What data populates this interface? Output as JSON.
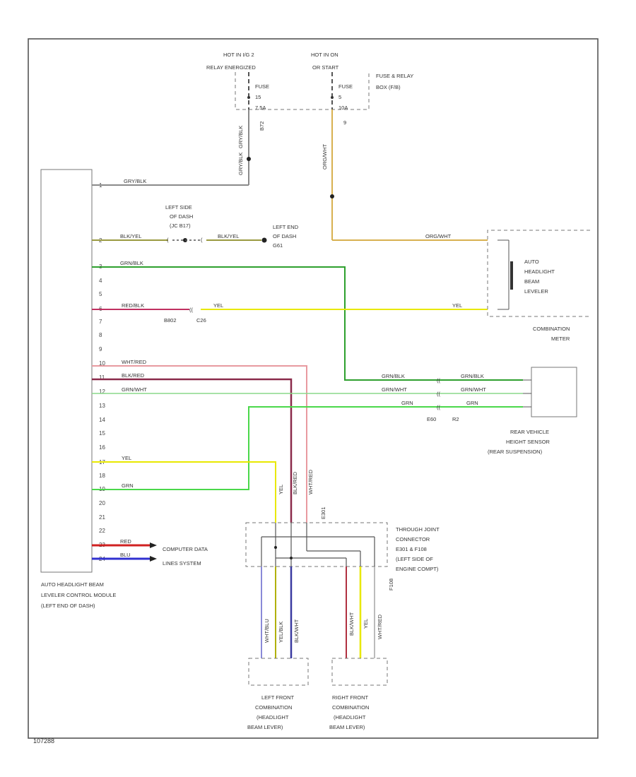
{
  "diagram_id": "107288",
  "colors": {
    "gry_blk": "#8a8a8a",
    "blk_yel": "#9a9a40",
    "grn_blk": "#2ea02e",
    "red_blk": "#c03060",
    "yel": "#e8e800",
    "wht_red": "#e89aa0",
    "blk_red": "#8a2a4a",
    "grn_wht": "#8ad88a",
    "grn": "#4ad84a",
    "red": "#d02020",
    "blu": "#3030d0",
    "org_wht": "#d8b050",
    "wht_blu": "#8a8ad8"
  },
  "power": {
    "hot_run_label": "HOT IN I/G 2",
    "hot_run_sub": "RELAY ENERGIZED",
    "hot_on_label": "HOT IN ON",
    "hot_on_sub": "OR START",
    "fuse_relay_box": "FUSE & RELAY",
    "fuse_relay_box_sub": "BOX (F/B)",
    "fuse_15": "FUSE",
    "fuse_15_num": "15",
    "fuse_15_amp": "7.5A",
    "fuse_5": "FUSE",
    "fuse_5_num": "5",
    "fuse_5_amp": "10A",
    "conn_b72": "B72",
    "conn_9": "9",
    "wire_gry_blk_1": "GRY/BLK",
    "wire_gry_blk_2": "GRY/BLK",
    "wire_org_wht_vertical": "ORG/WHT"
  },
  "module": {
    "title": "AUTO HEADLIGHT BEAM",
    "title_2": "LEVELER CONTROL MODULE",
    "title_3": "(LEFT END OF DASH)"
  },
  "module_pins": [
    "1",
    "2",
    "3",
    "4",
    "5",
    "6",
    "7",
    "8",
    "9",
    "10",
    "11",
    "12",
    "13",
    "14",
    "15",
    "16",
    "17",
    "18",
    "19",
    "20",
    "21",
    "22",
    "23",
    "24"
  ],
  "wires": {
    "gry_blk": "GRY/BLK",
    "blk_yel_1": "BLK/YEL",
    "blk_yel_2": "BLK/YEL",
    "grn_blk": "GRN/BLK",
    "red_blk": "RED/BLK",
    "yel_1": "YEL",
    "yel_2": "YEL",
    "wht_red": "WHT/RED",
    "blk_red": "BLK/RED",
    "grn_wht": "GRN/WHT",
    "grn": "GRN",
    "yel_3": "YEL",
    "grn_2": "GRN",
    "red": "RED",
    "blu": "BLU",
    "org_wht": "ORG/WHT",
    "grn_blk_2": "GRN/BLK",
    "grn_wht_2": "GRN/WHT",
    "grn_3": "GRN"
  },
  "ground": {
    "left_side_label": "LEFT SIDE",
    "left_side_sub": "OF DASH",
    "left_side_conn": "(JC B17)",
    "left_end_label": "LEFT END",
    "left_end_sub": "OF DASH",
    "left_end_ground": "G61"
  },
  "connectors": {
    "b802": "B802",
    "c26": "C26",
    "e60": "E60",
    "r2": "R2",
    "e301": "E301",
    "f108": "F108"
  },
  "auto_headlight_beam_leveler": {
    "line1": "AUTO",
    "line2": "HEADLIGHT",
    "line3": "BEAM",
    "line4": "LEVELER"
  },
  "combination_meter": {
    "line1": "COMBINATION",
    "line2": "METER"
  },
  "rear_height_sensor": {
    "line1": "REAR VEHICLE",
    "line2": "HEIGHT SENSOR",
    "line3": "(REAR SUSPENSION)"
  },
  "computer_data": {
    "line1": "COMPUTER DATA",
    "line2": "LINES SYSTEM"
  },
  "through_joint": {
    "line1": "THROUGH JOINT",
    "line2": "CONNECTOR",
    "line3": "E301 & F108",
    "line4": "(LEFT SIDE OF",
    "line5": "ENGINE COMPT)"
  },
  "lower_wires": {
    "wht_blu": "WHT/BLU",
    "yel_blk": "YEL/BLK",
    "blk_wht": "BLK/WHT",
    "blk_wht_2": "BLK/WHT",
    "yel": "YEL",
    "wht_red": "WHT/RED"
  },
  "left_headlight": {
    "line1": "LEFT FRONT",
    "line2": "COMBINATION",
    "line3": "(HEADLIGHT",
    "line4": "BEAM LEVER)"
  },
  "right_headlight": {
    "line1": "RIGHT FRONT",
    "line2": "COMBINATION",
    "line3": "(HEADLIGHT",
    "line4": "BEAM LEVER)"
  }
}
